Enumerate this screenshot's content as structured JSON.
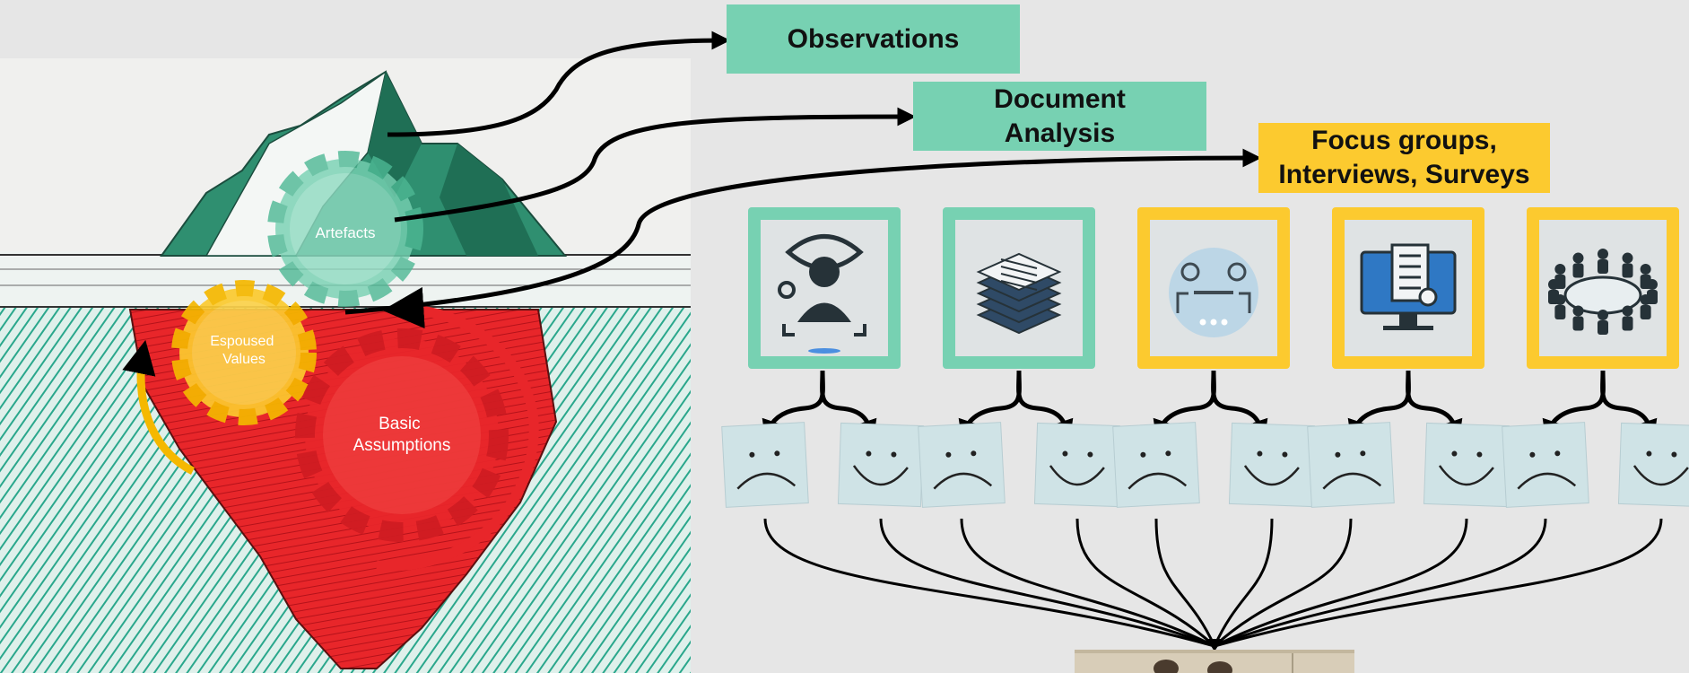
{
  "iceberg": {
    "artefacts_label": "Artefacts",
    "espoused_values_label": "Espoused\nValues",
    "basic_assumptions_label": "Basic\nAssumptions"
  },
  "methods": [
    {
      "label": "Observations",
      "color": "#77d1b2"
    },
    {
      "label": "Document\nAnalysis",
      "color": "#77d1b2"
    },
    {
      "label": "Focus groups,\nInterviews, Surveys",
      "color": "#fcca2f"
    }
  ],
  "tiles": [
    {
      "icon": "observer-icon",
      "color": "#77d1b2"
    },
    {
      "icon": "document-stack-icon",
      "color": "#77d1b2"
    },
    {
      "icon": "interview-icon",
      "color": "#fcca2f"
    },
    {
      "icon": "survey-monitor-icon",
      "color": "#fcca2f"
    },
    {
      "icon": "focus-group-icon",
      "color": "#fcca2f"
    }
  ],
  "colors": {
    "background": "#e6e6e6",
    "teal": "#77d1b2",
    "yellow": "#fcca2f",
    "red": "#e8262a",
    "water": "#2aa78c",
    "note": "#cfe3e6"
  }
}
